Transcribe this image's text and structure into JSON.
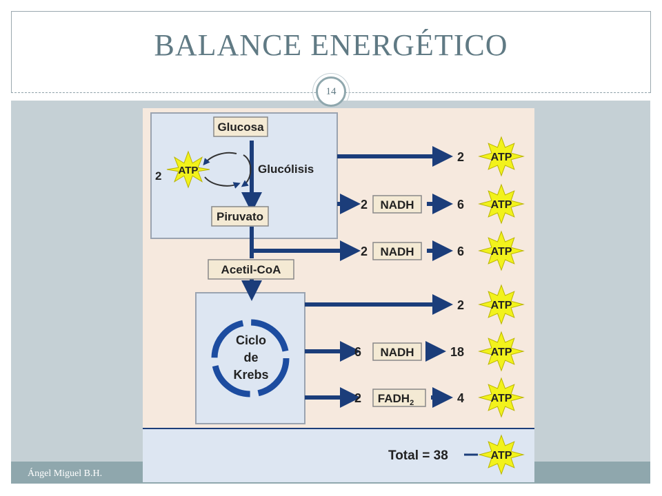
{
  "slide": {
    "title": "BALANCE ENERGÉTICO",
    "page_number": "14",
    "author": "Ángel Miguel B.H."
  },
  "diagram": {
    "glucosa": "Glucosa",
    "glucolisis": "Glucólisis",
    "invested_qty": "2",
    "atp": "ATP",
    "piruvato": "Piruvato",
    "acetil": "Acetil-CoA",
    "krebs_line1": "Ciclo",
    "krebs_line2": "de",
    "krebs_line3": "Krebs",
    "rows": [
      {
        "carrier_qty": "",
        "carrier": "",
        "atp_qty": "2"
      },
      {
        "carrier_qty": "2",
        "carrier": "NADH",
        "atp_qty": "6"
      },
      {
        "carrier_qty": "2",
        "carrier": "NADH",
        "atp_qty": "6"
      },
      {
        "carrier_qty": "",
        "carrier": "",
        "atp_qty": "2"
      },
      {
        "carrier_qty": "6",
        "carrier": "NADH",
        "atp_qty": "18"
      },
      {
        "carrier_qty": "2",
        "carrier": "FADH",
        "carrier_sub": "2",
        "atp_qty": "4"
      }
    ],
    "total": "Total = 38"
  },
  "colors": {
    "title": "#607a84",
    "band": "#c5d0d5",
    "footer": "#8fa7ad",
    "arrow": "#1b3d7a",
    "box_bg": "#dde6f2",
    "panel_bg": "#f6e9de",
    "label_bg": "#f4ead4",
    "star": "#f2f21c"
  }
}
